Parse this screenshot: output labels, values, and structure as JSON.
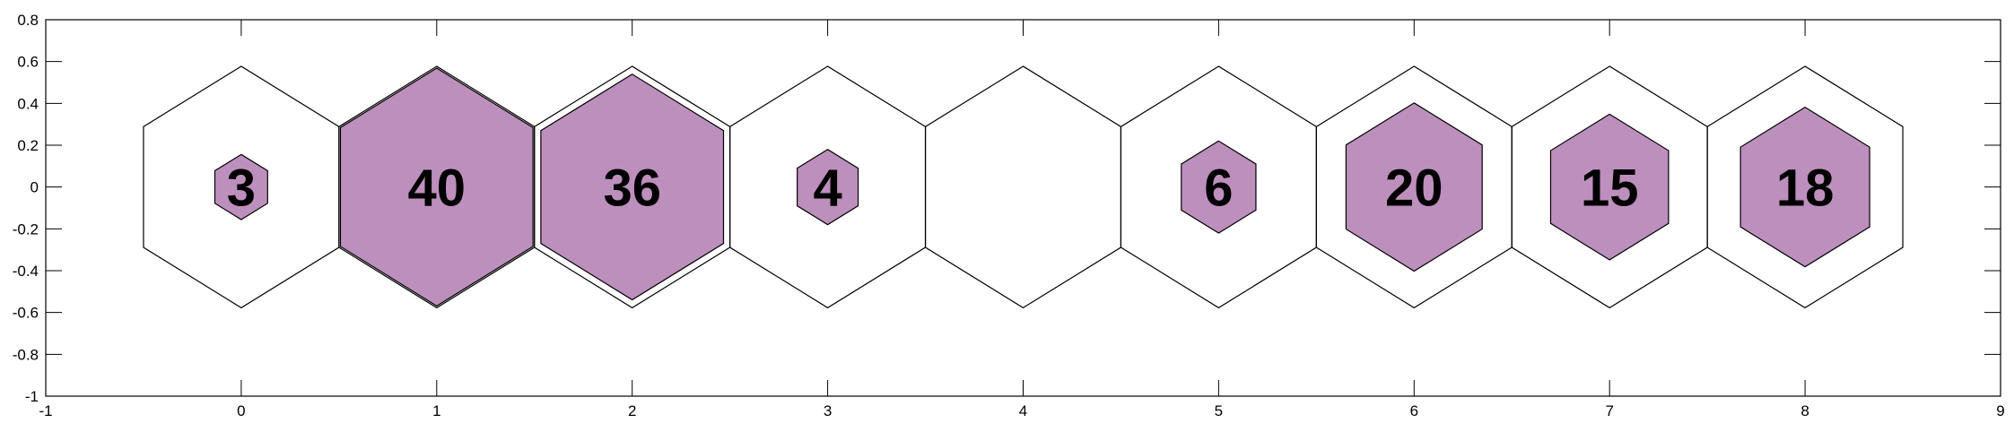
{
  "chart_data": {
    "type": "hexbin",
    "title": "",
    "xlabel": "",
    "ylabel": "",
    "xlim": [
      -1,
      9
    ],
    "ylim": [
      -1,
      0.8
    ],
    "x_ticks": [
      "-1",
      "0",
      "1",
      "2",
      "3",
      "4",
      "5",
      "6",
      "7",
      "8",
      "9"
    ],
    "y_ticks": [
      "-1",
      "-0.8",
      "-0.6",
      "-0.4",
      "-0.2",
      "0",
      "0.2",
      "0.4",
      "0.6",
      "0.8"
    ],
    "max_value": 40,
    "cells": [
      {
        "x": 0,
        "label": "3",
        "value": 3
      },
      {
        "x": 1,
        "label": "40",
        "value": 40
      },
      {
        "x": 2,
        "label": "36",
        "value": 36
      },
      {
        "x": 3,
        "label": "4",
        "value": 4
      },
      {
        "x": 4,
        "label": "",
        "value": 0
      },
      {
        "x": 5,
        "label": "6",
        "value": 6
      },
      {
        "x": 6,
        "label": "20",
        "value": 20
      },
      {
        "x": 7,
        "label": "15",
        "value": 15
      },
      {
        "x": 8,
        "label": "18",
        "value": 18
      }
    ],
    "colors": {
      "fill": "#bd8fbd",
      "edge": "#000000",
      "background": "#ffffff"
    }
  }
}
